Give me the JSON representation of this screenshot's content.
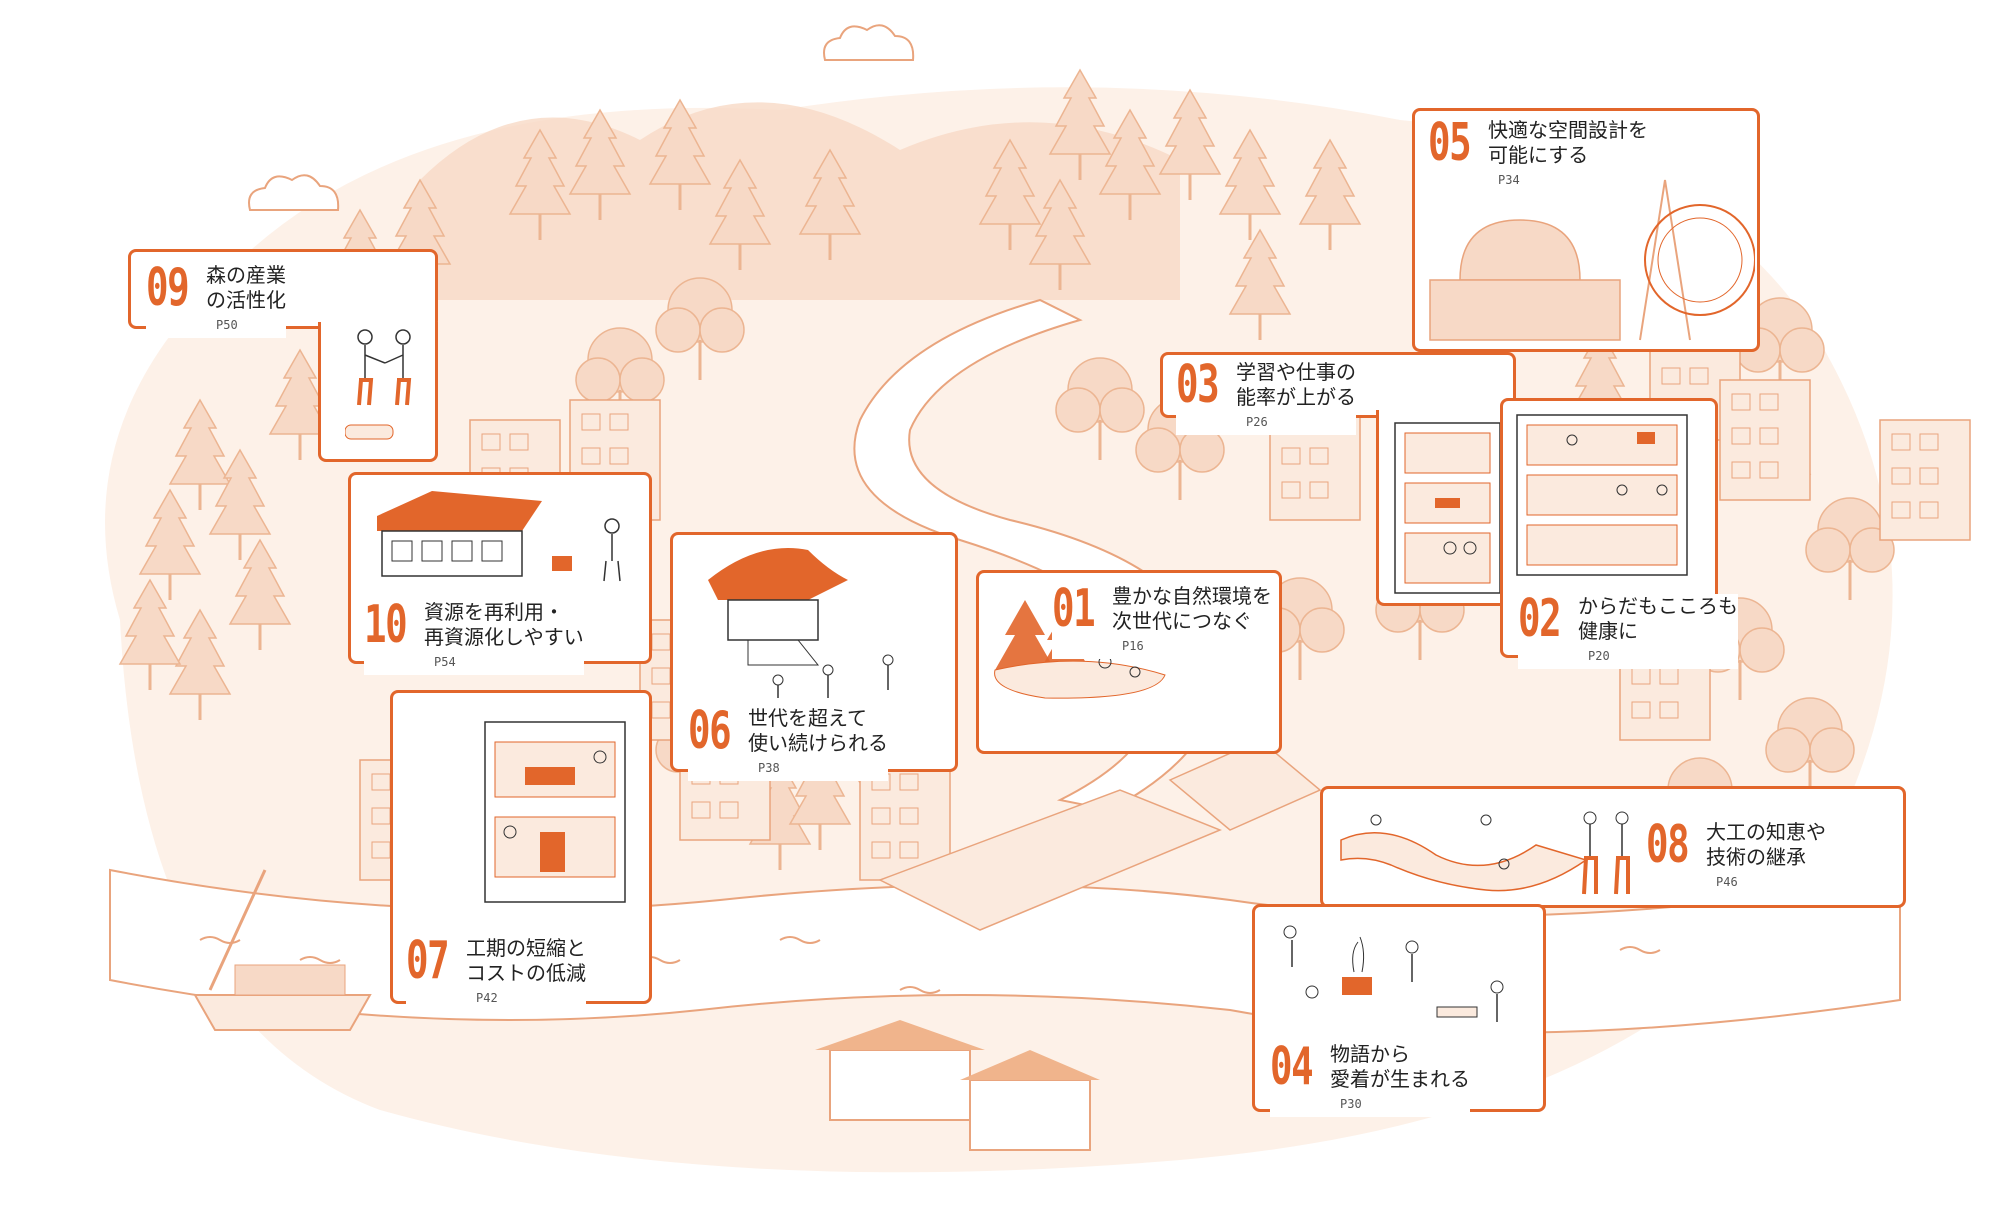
{
  "colors": {
    "accent": "#e2662b",
    "tint": "#f7d9c6",
    "tint_dark": "#efb692",
    "line": "#e9a47d"
  },
  "items": [
    {
      "num": "01",
      "line1": "豊かな自然環境を",
      "line2": "次世代につなぐ",
      "page": "P16"
    },
    {
      "num": "02",
      "line1": "からだもこころも",
      "line2": "健康に",
      "page": "P20"
    },
    {
      "num": "03",
      "line1": "学習や仕事の",
      "line2": "能率が上がる",
      "page": "P26"
    },
    {
      "num": "04",
      "line1": "物語から",
      "line2": "愛着が生まれる",
      "page": "P30"
    },
    {
      "num": "05",
      "line1": "快適な空間設計を",
      "line2": "可能にする",
      "page": "P34"
    },
    {
      "num": "06",
      "line1": "世代を超えて",
      "line2": "使い続けられる",
      "page": "P38"
    },
    {
      "num": "07",
      "line1": "工期の短縮と",
      "line2": "コストの低減",
      "page": "P42"
    },
    {
      "num": "08",
      "line1": "大工の知恵や",
      "line2": "技術の継承",
      "page": "P46"
    },
    {
      "num": "09",
      "line1": "森の産業",
      "line2": "の活性化",
      "page": "P50"
    },
    {
      "num": "10",
      "line1": "資源を再利用・",
      "line2": "再資源化しやすい",
      "page": "P54"
    }
  ]
}
